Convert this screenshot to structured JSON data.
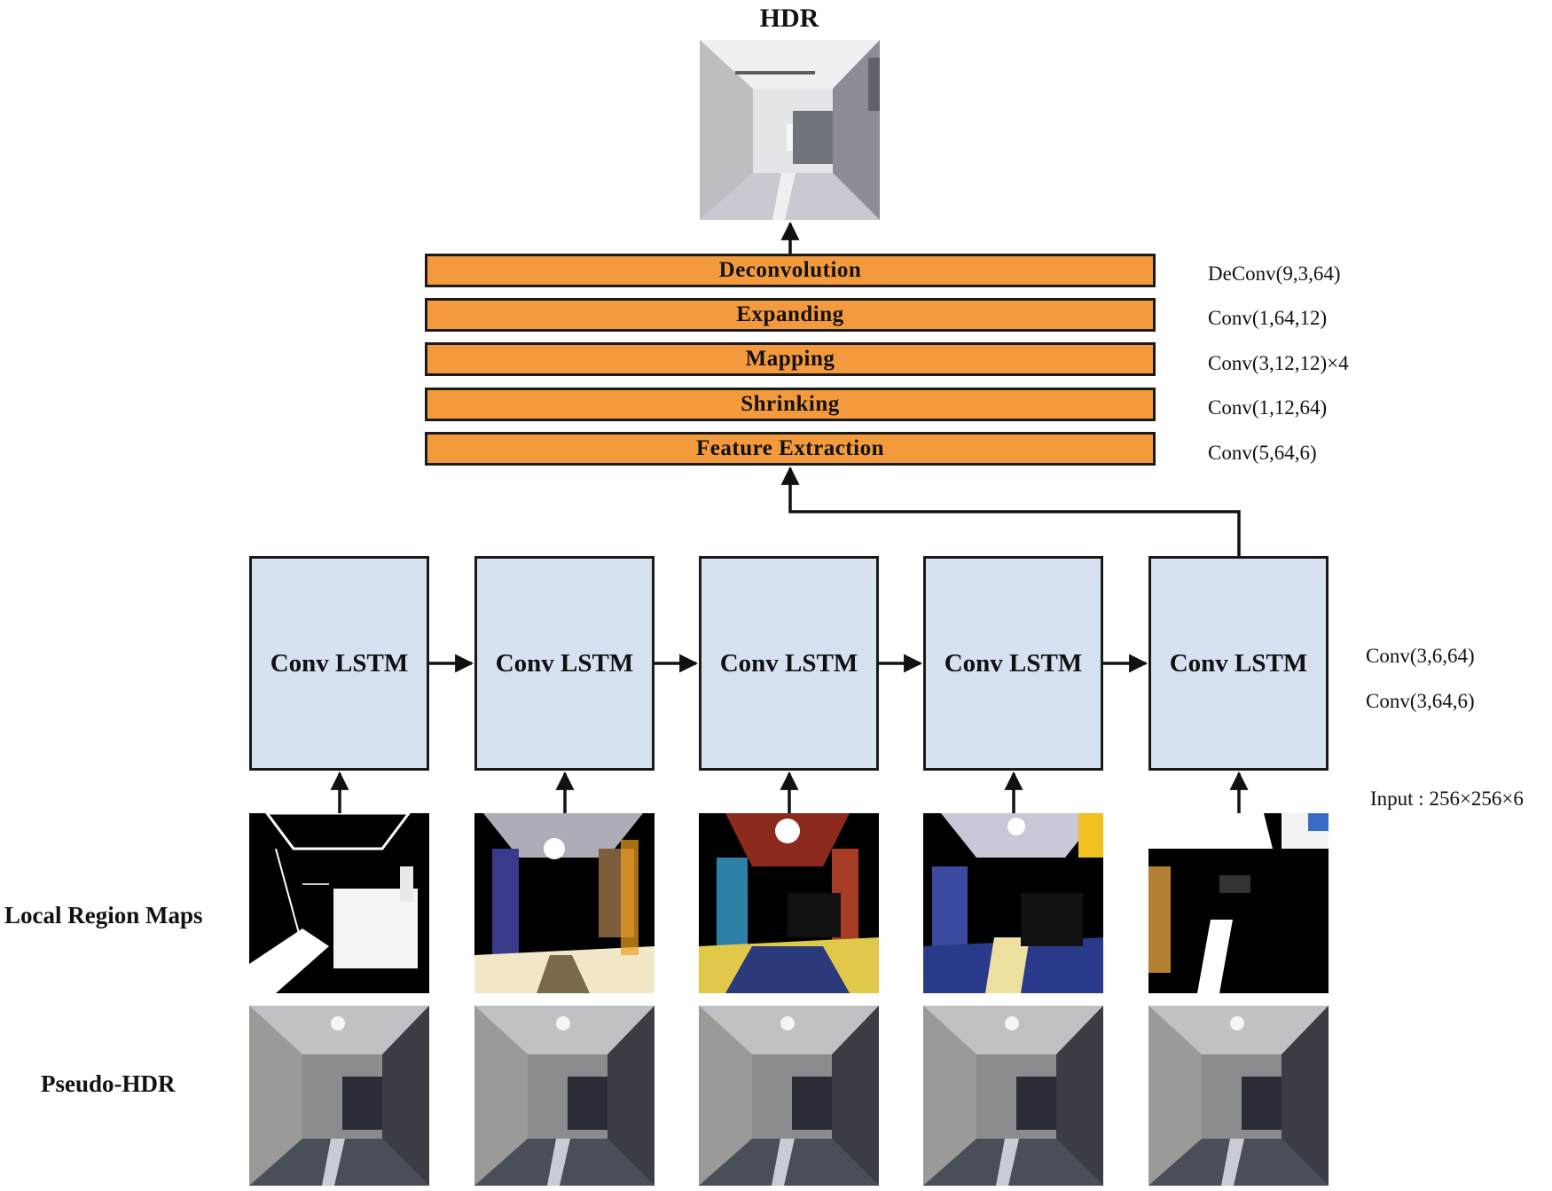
{
  "title": "HDR",
  "layers": [
    {
      "label": "Deconvolution",
      "param": "DeConv(9,3,64)"
    },
    {
      "label": "Expanding",
      "param": "Conv(1,64,12)"
    },
    {
      "label": "Mapping",
      "param": "Conv(3,12,12)×4"
    },
    {
      "label": "Shrinking",
      "param": "Conv(1,12,64)"
    },
    {
      "label": "Feature Extraction",
      "param": "Conv(5,64,6)"
    }
  ],
  "lstm": {
    "label": "Conv LSTM",
    "count": 5,
    "params": [
      "Conv(3,6,64)",
      "Conv(3,64,6)"
    ]
  },
  "input_label": "Input : 256×256×6",
  "row_labels": {
    "local": "Local Region Maps",
    "pseudo": "Pseudo-HDR"
  },
  "colors": {
    "layer_fill": "#f39a3c",
    "lstm_fill": "#d6e1f1",
    "stroke": "#1a1a1a"
  }
}
